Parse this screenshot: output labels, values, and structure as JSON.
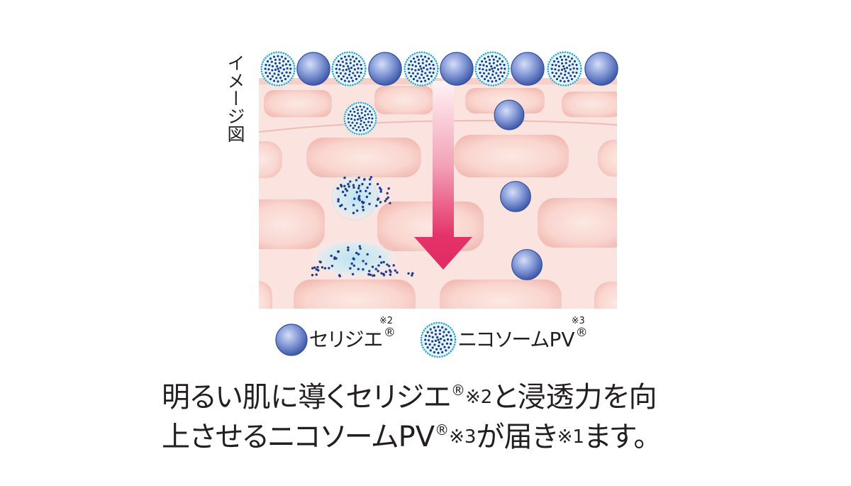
{
  "figure": {
    "side_label": "イメージ図"
  },
  "legend": {
    "items": [
      {
        "label": "セリジエ",
        "mark": "®",
        "note": "※2",
        "icon": "blue-sphere-icon"
      },
      {
        "label": "ニコソームPV",
        "mark": "®",
        "note": "※3",
        "icon": "nicosome-particle-icon"
      }
    ]
  },
  "caption": {
    "line1": [
      {
        "text": "明るい肌に導くセリジエ"
      },
      {
        "text": "®"
      },
      {
        "text": "※2"
      },
      {
        "text": "と浸透力を向"
      }
    ],
    "line2": [
      {
        "text": "上させるニコソームPV"
      },
      {
        "text": "®"
      },
      {
        "text": "※3"
      },
      {
        "text": "が届き"
      },
      {
        "text": "※1"
      },
      {
        "text": "ます。"
      }
    ]
  },
  "colors": {
    "skin_background": "#fbe4df",
    "skin_cell": "#f6cbc4",
    "arrow": "#e5336a",
    "sphere": "#4a66b8",
    "nicosome_shell": "#2ea6cb",
    "nicosome_dots": "#1e3d8c"
  }
}
